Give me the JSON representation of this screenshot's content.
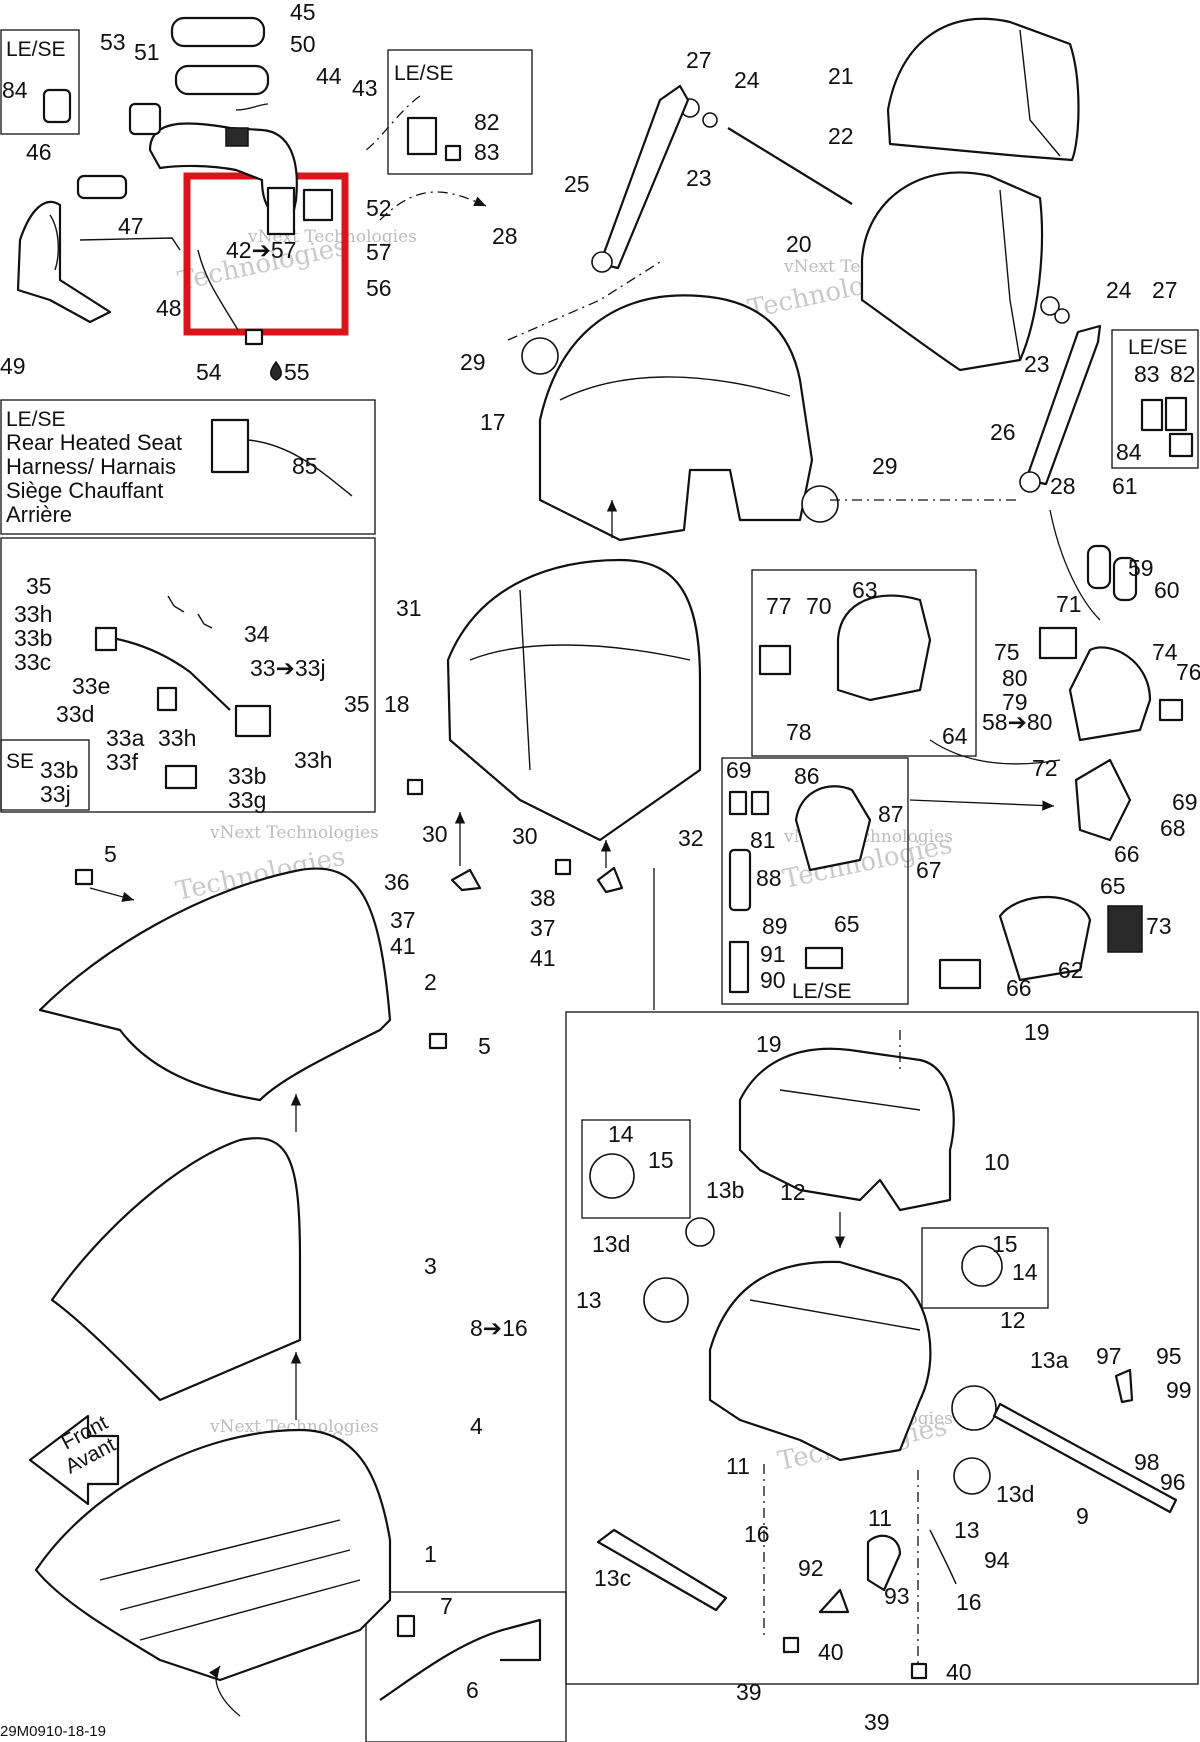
{
  "diagram_code": "29M0910-18-19",
  "highlight_color": "#d9141b",
  "watermark": {
    "line1": "vNext Technologies",
    "line2": "Technologies"
  },
  "boxes": {
    "top_left_title": "LE/SE",
    "top_mid_title": "LE/SE",
    "right_title": "LE/SE",
    "controls_title": "LE/SE",
    "harness_title": "LE/SE",
    "harness_l1": "Rear Heated Seat",
    "harness_l2": "Harness/ Harnais",
    "harness_l3": "Siège Chauffant",
    "harness_l4": "Arrière",
    "se_title": "SE"
  },
  "front_label": {
    "line1": "Front",
    "line2": "Avant"
  },
  "icons": [
    "drop-icon",
    "arrow-icon"
  ],
  "labels": {
    "l45": "45",
    "l50": "50",
    "l53": "53",
    "l51": "51",
    "l84a": "84",
    "l44": "44",
    "l43": "43",
    "l82a": "82",
    "l83a": "83",
    "l46": "46",
    "l47": "47",
    "l42": "42➔57",
    "l57": "57",
    "l56": "56",
    "l52": "52",
    "l48": "48",
    "l49": "49",
    "l54": "54",
    "l55": "55",
    "l27a": "27",
    "l24a": "24",
    "l22": "22",
    "l23a": "23",
    "l21": "21",
    "l25": "25",
    "l28a": "28",
    "l20": "20",
    "l24b": "24",
    "l27b": "27",
    "l23b": "23",
    "l29a": "29",
    "l17": "17",
    "l29b": "29",
    "l26": "26",
    "l83b": "83",
    "l82b": "82",
    "l84b": "84",
    "l28b": "28",
    "l61": "61",
    "l85": "85",
    "l35a": "35",
    "l33h1": "33h",
    "l33b1": "33b",
    "l33c": "33c",
    "l34": "34",
    "l33e": "33e",
    "l33j": "33➔33j",
    "l33d": "33d",
    "l35b": "35",
    "l33a": "33a",
    "l33h2": "33h",
    "l33f": "33f",
    "l33h3": "33h",
    "l33b2": "33b",
    "l33g": "33g",
    "l33b3": "33b",
    "l33j2": "33j",
    "l31": "31",
    "l18": "18",
    "l30a": "30",
    "l30b": "30",
    "l32": "32",
    "l77": "77",
    "l70": "70",
    "l63": "63",
    "l78": "78",
    "l64": "64",
    "l59": "59",
    "l60": "60",
    "l71": "71",
    "l75": "75",
    "l74": "74",
    "l76": "76",
    "l80": "80",
    "l79": "79",
    "l5880": "58➔80",
    "l69a": "69",
    "l86": "86",
    "l87": "87",
    "l81": "81",
    "l88": "88",
    "l89": "89",
    "l65a": "65",
    "l91": "91",
    "l90": "90",
    "l72": "72",
    "l69b": "69",
    "l68": "68",
    "l67": "67",
    "l66a": "66",
    "l65b": "65",
    "l73": "73",
    "l62": "62",
    "l66b": "66",
    "l5a": "5",
    "l2": "2",
    "l5b": "5",
    "l36": "36",
    "l37a": "37",
    "l41a": "41",
    "l38": "38",
    "l37b": "37",
    "l41b": "41",
    "l19a": "19",
    "l19b": "19",
    "l10": "10",
    "l14a": "14",
    "l15a": "15",
    "l13b": "13b",
    "l12a": "12",
    "l13d1": "13d",
    "l13a1": "13",
    "l15b": "15",
    "l14b": "14",
    "l816": "8➔16",
    "l12b": "12",
    "l13a": "13a",
    "l97": "97",
    "l95": "95",
    "l99": "99",
    "l98": "98",
    "l96": "96",
    "l9": "9",
    "l3": "3",
    "l4": "4",
    "l1": "1",
    "l11a": "11",
    "l11b": "11",
    "l13d2": "13d",
    "l16a": "16",
    "l13b2": "13",
    "l94": "94",
    "l13c": "13c",
    "l92": "92",
    "l93": "93",
    "l16b": "16",
    "l7": "7",
    "l6": "6",
    "l39a": "39",
    "l40a": "40",
    "l39b": "39",
    "l40b": "40"
  }
}
